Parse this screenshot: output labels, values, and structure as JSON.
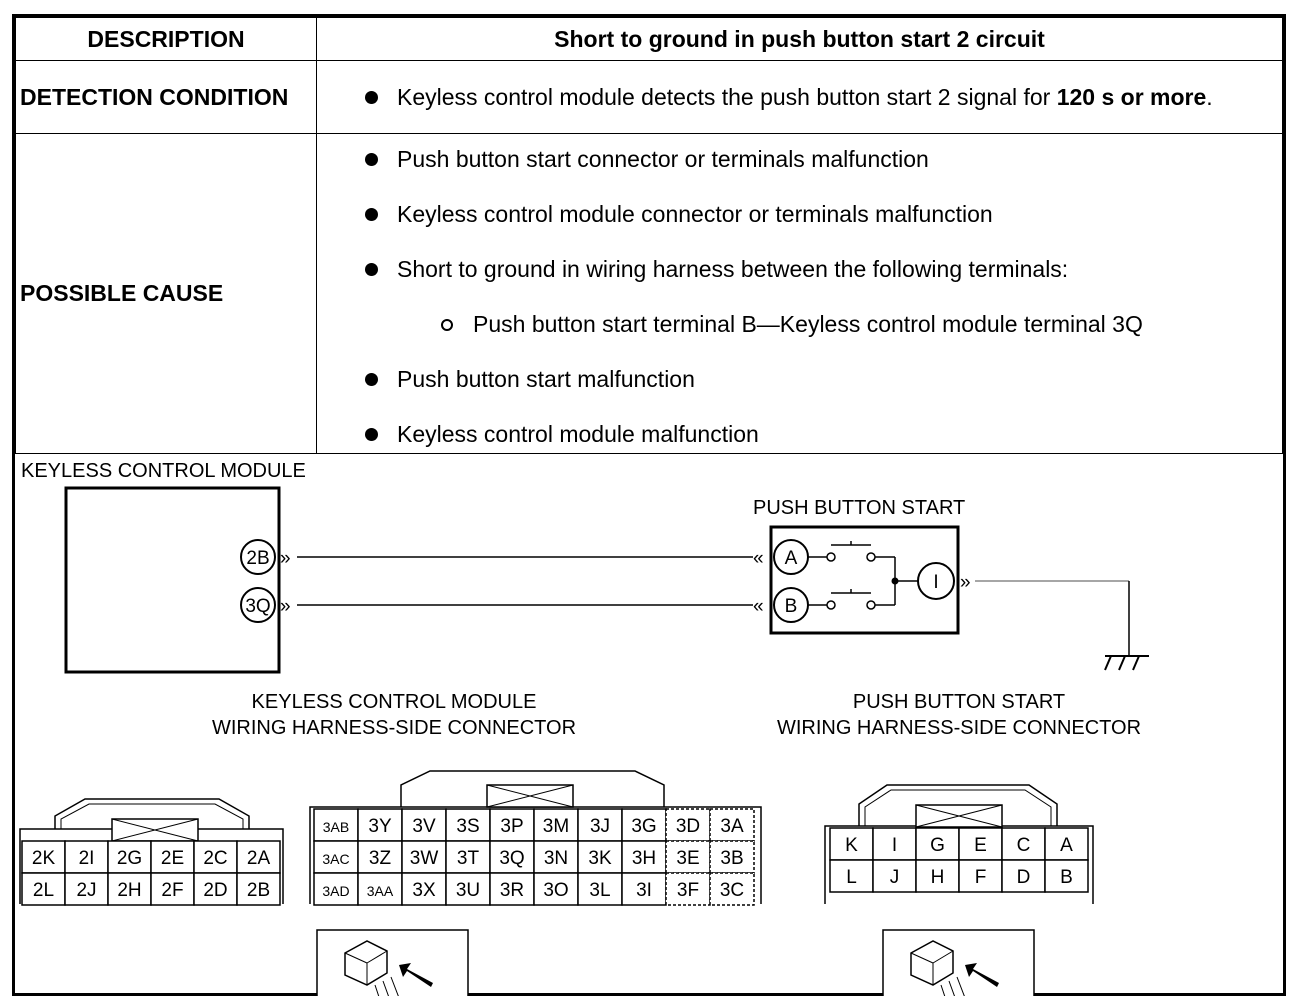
{
  "table": {
    "description_label": "DESCRIPTION",
    "description_value": "Short to ground in push button start 2 circuit",
    "detection_label": "DETECTION CONDITION",
    "detection_text": "Keyless control module detects the push button start 2 signal for ",
    "detection_bold": "120 s or more",
    "detection_end": ".",
    "cause_label": "POSSIBLE CAUSE",
    "causes": [
      "Push button start connector or terminals malfunction",
      "Keyless control module connector or terminals malfunction",
      "Short to ground in wiring harness between the following terminals:",
      "Push button start terminal B—Keyless control module terminal 3Q",
      "Push button start malfunction",
      "Keyless control module malfunction"
    ]
  },
  "diagram": {
    "kcm_title": "KEYLESS CONTROL MODULE",
    "kcm_terminals": [
      "2B",
      "3Q"
    ],
    "pbs_title": "PUSH BUTTON START",
    "pbs_terminals": [
      "A",
      "B"
    ],
    "pbs_indicator": "I",
    "kcm_connector_title_1": "KEYLESS CONTROL MODULE",
    "kcm_connector_title_2": "WIRING HARNESS-SIDE CONNECTOR",
    "pbs_connector_title_1": "PUSH BUTTON START",
    "pbs_connector_title_2": "WIRING HARNESS-SIDE CONNECTOR",
    "kcm_conn_2": [
      [
        "2K",
        "2I",
        "2G",
        "2E",
        "2C",
        "2A"
      ],
      [
        "2L",
        "2J",
        "2H",
        "2F",
        "2D",
        "2B"
      ]
    ],
    "kcm_conn_3": [
      [
        "3AB",
        "3Y",
        "3V",
        "3S",
        "3P",
        "3M",
        "3J",
        "3G",
        "3D",
        "3A"
      ],
      [
        "3AC",
        "3Z",
        "3W",
        "3T",
        "3Q",
        "3N",
        "3K",
        "3H",
        "3E",
        "3B"
      ],
      [
        "3AD",
        "3AA",
        "3X",
        "3U",
        "3R",
        "3O",
        "3L",
        "3I",
        "3F",
        "3C"
      ]
    ],
    "pbs_conn": [
      [
        "K",
        "I",
        "G",
        "E",
        "C",
        "A"
      ],
      [
        "L",
        "J",
        "H",
        "F",
        "D",
        "B"
      ]
    ]
  }
}
